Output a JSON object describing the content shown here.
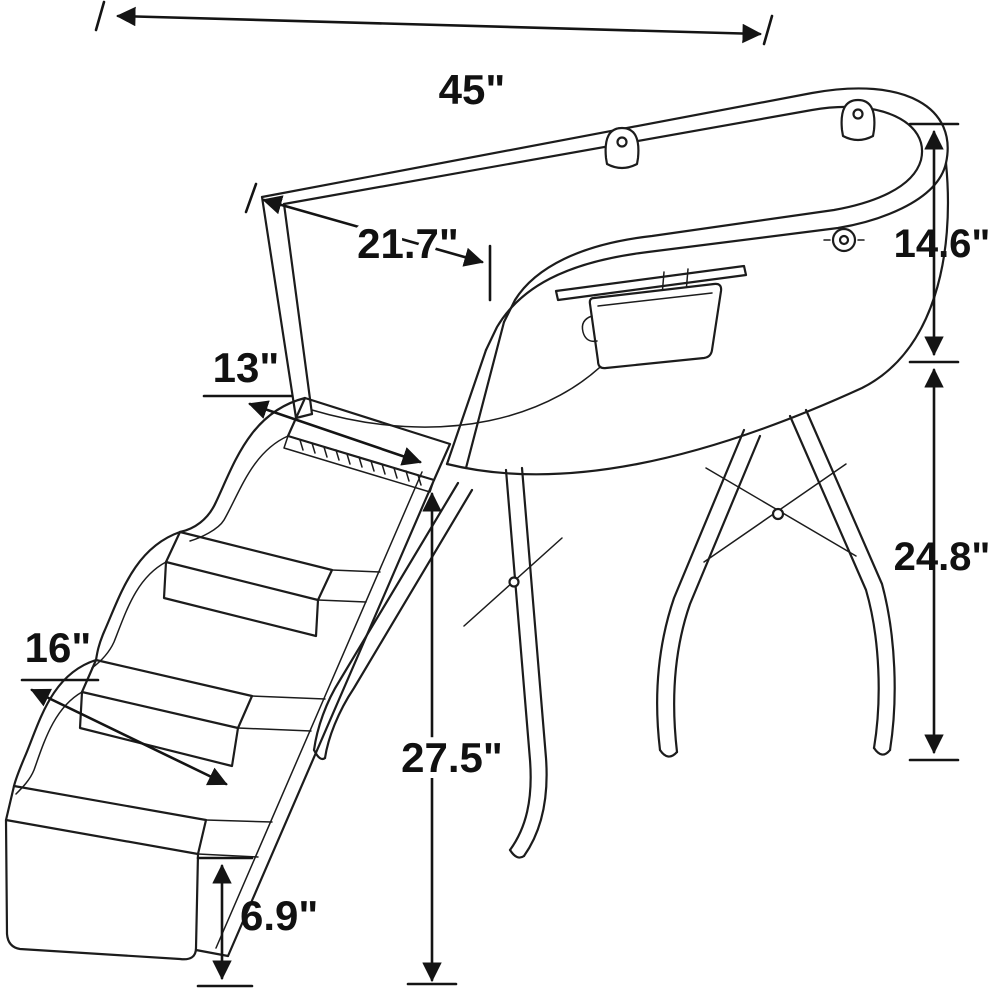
{
  "diagram": {
    "unit": "inches",
    "labels": {
      "tub_length": "45\"",
      "opening_length": "21.7\"",
      "tub_depth": "14.6\"",
      "platform_width": "13\"",
      "leg_height": "24.8\"",
      "step_depth": "16\"",
      "overall_height": "27.5\"",
      "bottom_step_height": "6.9\""
    },
    "colors": {
      "line": "#1c1c1c",
      "background": "#ffffff"
    }
  }
}
